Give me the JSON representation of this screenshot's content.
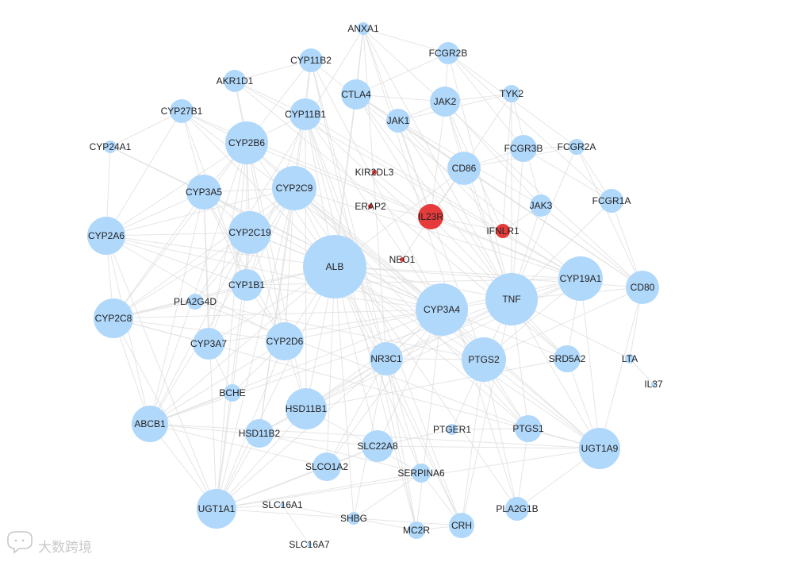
{
  "colors": {
    "default_node": "#b0d8fb",
    "highlight_node": "#e63b3b",
    "edge": "#dddddd",
    "label": "#222222"
  },
  "watermark": {
    "text": "大数跨境",
    "icon": "speech-bubble-logo-icon"
  },
  "nodes": [
    {
      "id": "ANXA1",
      "label": "ANXA1",
      "group": "default"
    },
    {
      "id": "FCGR2B",
      "label": "FCGR2B",
      "group": "default"
    },
    {
      "id": "CYP11B2",
      "label": "CYP11B2",
      "group": "default"
    },
    {
      "id": "AKR1D1",
      "label": "AKR1D1",
      "group": "default"
    },
    {
      "id": "CTLA4",
      "label": "CTLA4",
      "group": "default"
    },
    {
      "id": "JAK2",
      "label": "JAK2",
      "group": "default"
    },
    {
      "id": "TYK2",
      "label": "TYK2",
      "group": "default"
    },
    {
      "id": "CYP27B1",
      "label": "CYP27B1",
      "group": "default"
    },
    {
      "id": "CYP11B1",
      "label": "CYP11B1",
      "group": "default"
    },
    {
      "id": "JAK1",
      "label": "JAK1",
      "group": "default"
    },
    {
      "id": "CYP24A1",
      "label": "CYP24A1",
      "group": "default"
    },
    {
      "id": "CYP2B6",
      "label": "CYP2B6",
      "group": "default"
    },
    {
      "id": "FCGR3B",
      "label": "FCGR3B",
      "group": "default"
    },
    {
      "id": "FCGR2A",
      "label": "FCGR2A",
      "group": "default"
    },
    {
      "id": "KIR2DL3",
      "label": "KIR2DL3",
      "group": "highlight"
    },
    {
      "id": "CD86",
      "label": "CD86",
      "group": "default"
    },
    {
      "id": "CYP3A5",
      "label": "CYP3A5",
      "group": "default"
    },
    {
      "id": "CYP2C9",
      "label": "CYP2C9",
      "group": "default"
    },
    {
      "id": "FCGR1A",
      "label": "FCGR1A",
      "group": "default"
    },
    {
      "id": "ERAP2",
      "label": "ERAP2",
      "group": "highlight"
    },
    {
      "id": "JAK3",
      "label": "JAK3",
      "group": "default"
    },
    {
      "id": "IL23R",
      "label": "IL23R",
      "group": "highlight"
    },
    {
      "id": "CYP2A6",
      "label": "CYP2A6",
      "group": "default"
    },
    {
      "id": "CYP2C19",
      "label": "CYP2C19",
      "group": "default"
    },
    {
      "id": "IFNLR1",
      "label": "IFNLR1",
      "group": "highlight"
    },
    {
      "id": "NEO1",
      "label": "NEO1",
      "group": "highlight"
    },
    {
      "id": "ALB",
      "label": "ALB",
      "group": "default"
    },
    {
      "id": "CYP19A1",
      "label": "CYP19A1",
      "group": "default"
    },
    {
      "id": "CYP1B1",
      "label": "CYP1B1",
      "group": "default"
    },
    {
      "id": "CD80",
      "label": "CD80",
      "group": "default"
    },
    {
      "id": "PLA2G4D",
      "label": "PLA2G4D",
      "group": "default"
    },
    {
      "id": "TNF",
      "label": "TNF",
      "group": "default"
    },
    {
      "id": "CYP3A4",
      "label": "CYP3A4",
      "group": "default"
    },
    {
      "id": "CYP2C8",
      "label": "CYP2C8",
      "group": "default"
    },
    {
      "id": "CYP2D6",
      "label": "CYP2D6",
      "group": "default"
    },
    {
      "id": "CYP3A7",
      "label": "CYP3A7",
      "group": "default"
    },
    {
      "id": "NR3C1",
      "label": "NR3C1",
      "group": "default"
    },
    {
      "id": "PTGS2",
      "label": "PTGS2",
      "group": "default"
    },
    {
      "id": "SRD5A2",
      "label": "SRD5A2",
      "group": "default"
    },
    {
      "id": "LTA",
      "label": "LTA",
      "group": "default"
    },
    {
      "id": "IL37",
      "label": "IL37",
      "group": "default"
    },
    {
      "id": "BCHE",
      "label": "BCHE",
      "group": "default"
    },
    {
      "id": "HSD11B1",
      "label": "HSD11B1",
      "group": "default"
    },
    {
      "id": "ABCB1",
      "label": "ABCB1",
      "group": "default"
    },
    {
      "id": "PTGER1",
      "label": "PTGER1",
      "group": "default"
    },
    {
      "id": "PTGS1",
      "label": "PTGS1",
      "group": "default"
    },
    {
      "id": "HSD11B2",
      "label": "HSD11B2",
      "group": "default"
    },
    {
      "id": "SLC22A8",
      "label": "SLC22A8",
      "group": "default"
    },
    {
      "id": "UGT1A9",
      "label": "UGT1A9",
      "group": "default"
    },
    {
      "id": "SLCO1A2",
      "label": "SLCO1A2",
      "group": "default"
    },
    {
      "id": "SERPINA6",
      "label": "SERPINA6",
      "group": "default"
    },
    {
      "id": "UGT1A1",
      "label": "UGT1A1",
      "group": "default"
    },
    {
      "id": "SLC16A1",
      "label": "SLC16A1",
      "group": "default"
    },
    {
      "id": "PLA2G1B",
      "label": "PLA2G1B",
      "group": "default"
    },
    {
      "id": "SHBG",
      "label": "SHBG",
      "group": "default"
    },
    {
      "id": "CRH",
      "label": "CRH",
      "group": "default"
    },
    {
      "id": "MC2R",
      "label": "MC2R",
      "group": "default"
    },
    {
      "id": "SLC16A7",
      "label": "SLC16A7",
      "group": "default"
    }
  ]
}
